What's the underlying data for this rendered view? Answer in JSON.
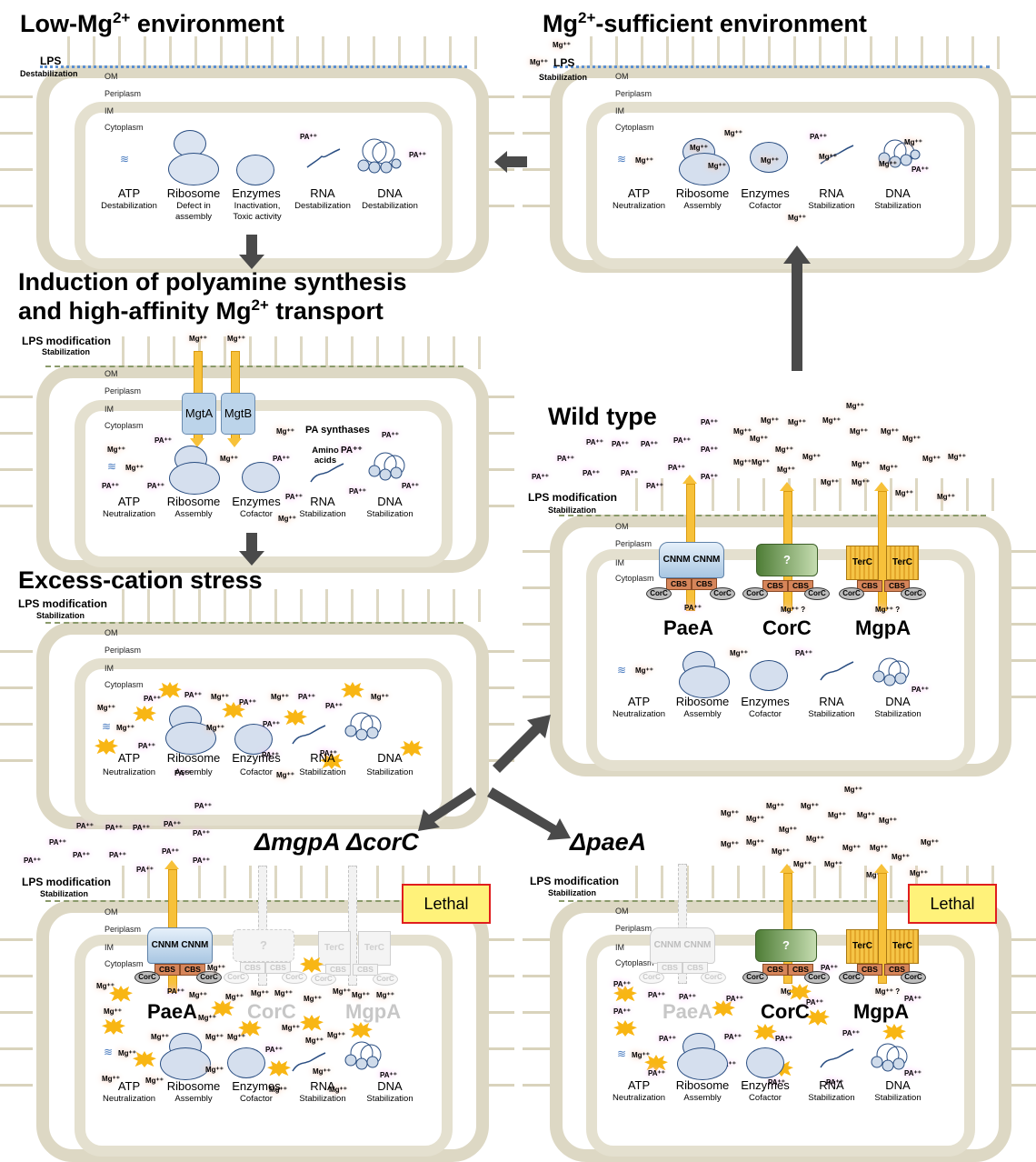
{
  "panels": {
    "low_mg": {
      "title": "Low-Mg",
      "title_sup": "2+",
      "title_suffix": " environment",
      "lps_label": "LPS",
      "lps_sub": "Destabilization",
      "layers": [
        "OM",
        "Periplasm",
        "IM",
        "Cytoplasm"
      ],
      "molecules": [
        {
          "name": "ATP",
          "sub": "Destabilization"
        },
        {
          "name": "Ribosome",
          "sub": "Defect in assembly"
        },
        {
          "name": "Enzymes",
          "sub": "Inactivation, Toxic activity"
        },
        {
          "name": "RNA",
          "sub": "Destabilization"
        },
        {
          "name": "DNA",
          "sub": "Destabilization"
        }
      ],
      "ions": [
        "PA⁺⁺",
        "PA⁺⁺"
      ]
    },
    "sufficient": {
      "title": "Mg",
      "title_sup": "2+",
      "title_suffix": "-sufficient environment",
      "lps_label": "LPS",
      "lps_sub": "Stabilization",
      "layers": [
        "OM",
        "Periplasm",
        "IM",
        "Cytoplasm"
      ],
      "molecules": [
        {
          "name": "ATP",
          "sub": "Neutralization"
        },
        {
          "name": "Ribosome",
          "sub": "Assembly"
        },
        {
          "name": "Enzymes",
          "sub": "Cofactor"
        },
        {
          "name": "RNA",
          "sub": "Stabilization"
        },
        {
          "name": "DNA",
          "sub": "Stabilization"
        }
      ],
      "ion_mg": "Mg⁺⁺",
      "ion_pa": "PA⁺⁺"
    },
    "induction": {
      "title_line1": "Induction of polyamine synthesis",
      "title_line2_pre": "and high-affinity Mg",
      "title_sup": "2+",
      "title_line2_post": " transport",
      "lps_label": "LPS modification",
      "lps_sub": "Stabilization",
      "layers": [
        "OM",
        "Periplasm",
        "IM",
        "Cytoplasm"
      ],
      "transporters": [
        "MgtA",
        "MgtB"
      ],
      "pa_synthases": "PA synthases",
      "amino_acids": "Amino acids",
      "molecules": [
        {
          "name": "ATP",
          "sub": "Neutralization"
        },
        {
          "name": "Ribosome",
          "sub": "Assembly"
        },
        {
          "name": "Enzymes",
          "sub": "Cofactor"
        },
        {
          "name": "RNA",
          "sub": "Stabilization"
        },
        {
          "name": "DNA",
          "sub": "Stabilization"
        }
      ],
      "ion_mg": "Mg⁺⁺",
      "ion_pa": "PA⁺⁺"
    },
    "excess": {
      "title": "Excess-cation stress",
      "lps_label": "LPS modification",
      "lps_sub": "Stabilization",
      "layers": [
        "OM",
        "Periplasm",
        "IM",
        "Cytoplasm"
      ],
      "molecules": [
        {
          "name": "ATP",
          "sub": "Neutralization"
        },
        {
          "name": "Ribosome",
          "sub": "Assembly"
        },
        {
          "name": "Enzymes",
          "sub": "Cofactor"
        },
        {
          "name": "RNA",
          "sub": "Stabilization"
        },
        {
          "name": "DNA",
          "sub": "Stabilization"
        }
      ],
      "ion_mg": "Mg⁺⁺",
      "ion_pa": "PA⁺⁺"
    },
    "wild_type": {
      "title": "Wild type",
      "lps_label": "LPS modification",
      "lps_sub": "Stabilization",
      "layers": [
        "OM",
        "Periplasm",
        "IM",
        "Cytoplasm"
      ],
      "proteins": [
        {
          "name": "PaeA",
          "domain": "CNNM",
          "cbs": "CBS",
          "corc": "CorC",
          "exported": "PA⁺⁺",
          "active": true
        },
        {
          "name": "CorC",
          "domain": "?",
          "cbs": "CBS",
          "corc": "CorC",
          "exported": "Mg⁺⁺ ?",
          "active": true
        },
        {
          "name": "MgpA",
          "domain": "TerC",
          "cbs": "CBS",
          "corc": "CorC",
          "exported": "Mg⁺⁺ ?",
          "active": true
        }
      ],
      "molecules": [
        {
          "name": "ATP",
          "sub": "Neutralization"
        },
        {
          "name": "Ribosome",
          "sub": "Assembly"
        },
        {
          "name": "Enzymes",
          "sub": "Cofactor"
        },
        {
          "name": "RNA",
          "sub": "Stabilization"
        },
        {
          "name": "DNA",
          "sub": "Stabilization"
        }
      ],
      "ion_mg": "Mg⁺⁺",
      "ion_pa": "PA⁺⁺"
    },
    "mgpa_corc": {
      "title": "ΔmgpA ΔcorC",
      "lps_label": "LPS modification",
      "lps_sub": "Stabilization",
      "layers": [
        "OM",
        "Periplasm",
        "IM",
        "Cytoplasm"
      ],
      "lethal": "Lethal",
      "proteins": [
        {
          "name": "PaeA",
          "domain": "CNNM",
          "cbs": "CBS",
          "corc": "CorC",
          "exported": "PA⁺⁺",
          "active": true
        },
        {
          "name": "CorC",
          "domain": "?",
          "cbs": "CBS",
          "corc": "CorC",
          "active": false
        },
        {
          "name": "MgpA",
          "domain": "TerC",
          "cbs": "CBS",
          "corc": "CorC",
          "active": false
        }
      ],
      "molecules": [
        {
          "name": "ATP",
          "sub": "Neutralization"
        },
        {
          "name": "Ribosome",
          "sub": "Assembly"
        },
        {
          "name": "Enzymes",
          "sub": "Cofactor"
        },
        {
          "name": "RNA",
          "sub": "Stabilization"
        },
        {
          "name": "DNA",
          "sub": "Stabilization"
        }
      ],
      "ion_mg": "Mg⁺⁺",
      "ion_pa": "PA⁺⁺"
    },
    "paea": {
      "title": "ΔpaeA",
      "lps_label": "LPS modification",
      "lps_sub": "Stabilization",
      "layers": [
        "OM",
        "Periplasm",
        "IM",
        "Cytoplasm"
      ],
      "lethal": "Lethal",
      "proteins": [
        {
          "name": "PaeA",
          "domain": "CNNM",
          "cbs": "CBS",
          "corc": "CorC",
          "active": false
        },
        {
          "name": "CorC",
          "domain": "?",
          "cbs": "CBS",
          "corc": "CorC",
          "exported": "Mg⁺⁺ ?",
          "active": true
        },
        {
          "name": "MgpA",
          "domain": "TerC",
          "cbs": "CBS",
          "corc": "CorC",
          "exported": "Mg⁺⁺ ?",
          "active": true
        }
      ],
      "molecules": [
        {
          "name": "ATP",
          "sub": "Neutralization"
        },
        {
          "name": "Ribosome",
          "sub": "Assembly"
        },
        {
          "name": "Enzymes",
          "sub": "Cofactor"
        },
        {
          "name": "RNA",
          "sub": "Stabilization"
        },
        {
          "name": "DNA",
          "sub": "Stabilization"
        }
      ],
      "ion_mg": "Mg⁺⁺",
      "ion_pa": "PA⁺⁺"
    }
  },
  "colors": {
    "membrane": "#ddd8c4",
    "transport_arrow": "#f7c13a",
    "lethal_fill": "#fff27a",
    "lethal_border": "#e01e1e",
    "flow_arrow": "#4a4a4a",
    "starburst": "#f8b614"
  }
}
